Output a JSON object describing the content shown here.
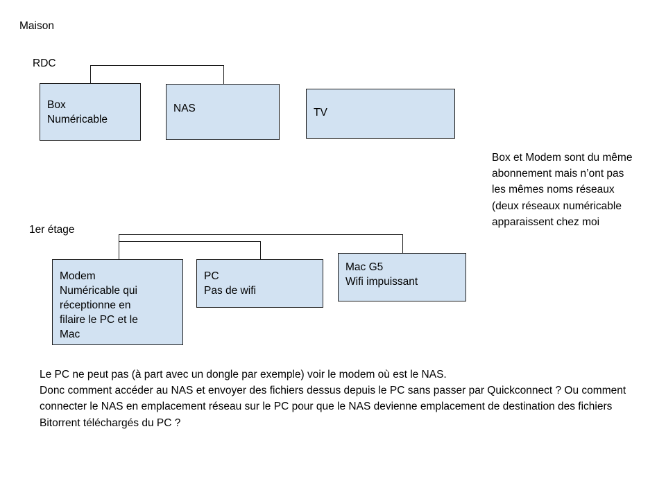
{
  "diagram": {
    "title": "Maison",
    "floors": [
      {
        "id": "rdc",
        "label": "RDC"
      },
      {
        "id": "etage1",
        "label": "1er étage"
      }
    ],
    "nodes": [
      {
        "id": "box-numericable",
        "text": "Box\nNuméricable",
        "floor": "rdc"
      },
      {
        "id": "nas",
        "text": "NAS",
        "floor": "rdc"
      },
      {
        "id": "tv",
        "text": "TV",
        "floor": "rdc"
      },
      {
        "id": "modem-numericable",
        "text": "Modem\nNuméricable qui\nréceptionne en\nfilaire le PC et le\nMac",
        "floor": "etage1"
      },
      {
        "id": "pc",
        "text": "PC\nPas de wifi",
        "floor": "etage1"
      },
      {
        "id": "mac-g5",
        "text": "Mac G5\nWifi impuissant",
        "floor": "etage1"
      }
    ],
    "box_fill": "#d2e2f2",
    "box_border": "#1b1b1b",
    "connector_color": "#1b1b1b"
  },
  "notes": {
    "side_note": "Box et Modem sont du même abonnement mais n’ont pas les mêmes noms réseaux (deux réseaux numéricable apparaissent chez moi",
    "bottom_note": "Le PC ne peut pas (à part avec un dongle par exemple) voir le modem où est le NAS.\nDonc comment accéder au NAS et envoyer des fichiers dessus depuis le PC sans passer par Quickconnect ? Ou comment connecter le NAS en emplacement réseau sur le PC pour que le NAS devienne emplacement de destination des fichiers Bitorrent téléchargés du PC ?"
  }
}
